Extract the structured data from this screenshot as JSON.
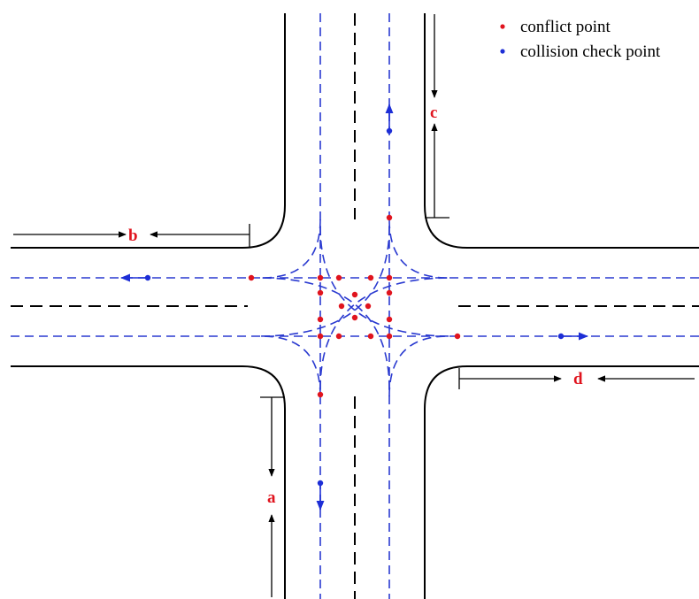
{
  "legend": {
    "conflict_label": "conflict point",
    "collision_label": "collision check point"
  },
  "approaches": {
    "a": "a",
    "b": "b",
    "c": "c",
    "d": "d"
  },
  "colors": {
    "conflict_point": "#e0141e",
    "collision_point": "#1d2ed6",
    "lane_path": "#2a3ad0",
    "road_edge": "#000000",
    "center_line": "#000000",
    "label": "#e0141e"
  }
}
